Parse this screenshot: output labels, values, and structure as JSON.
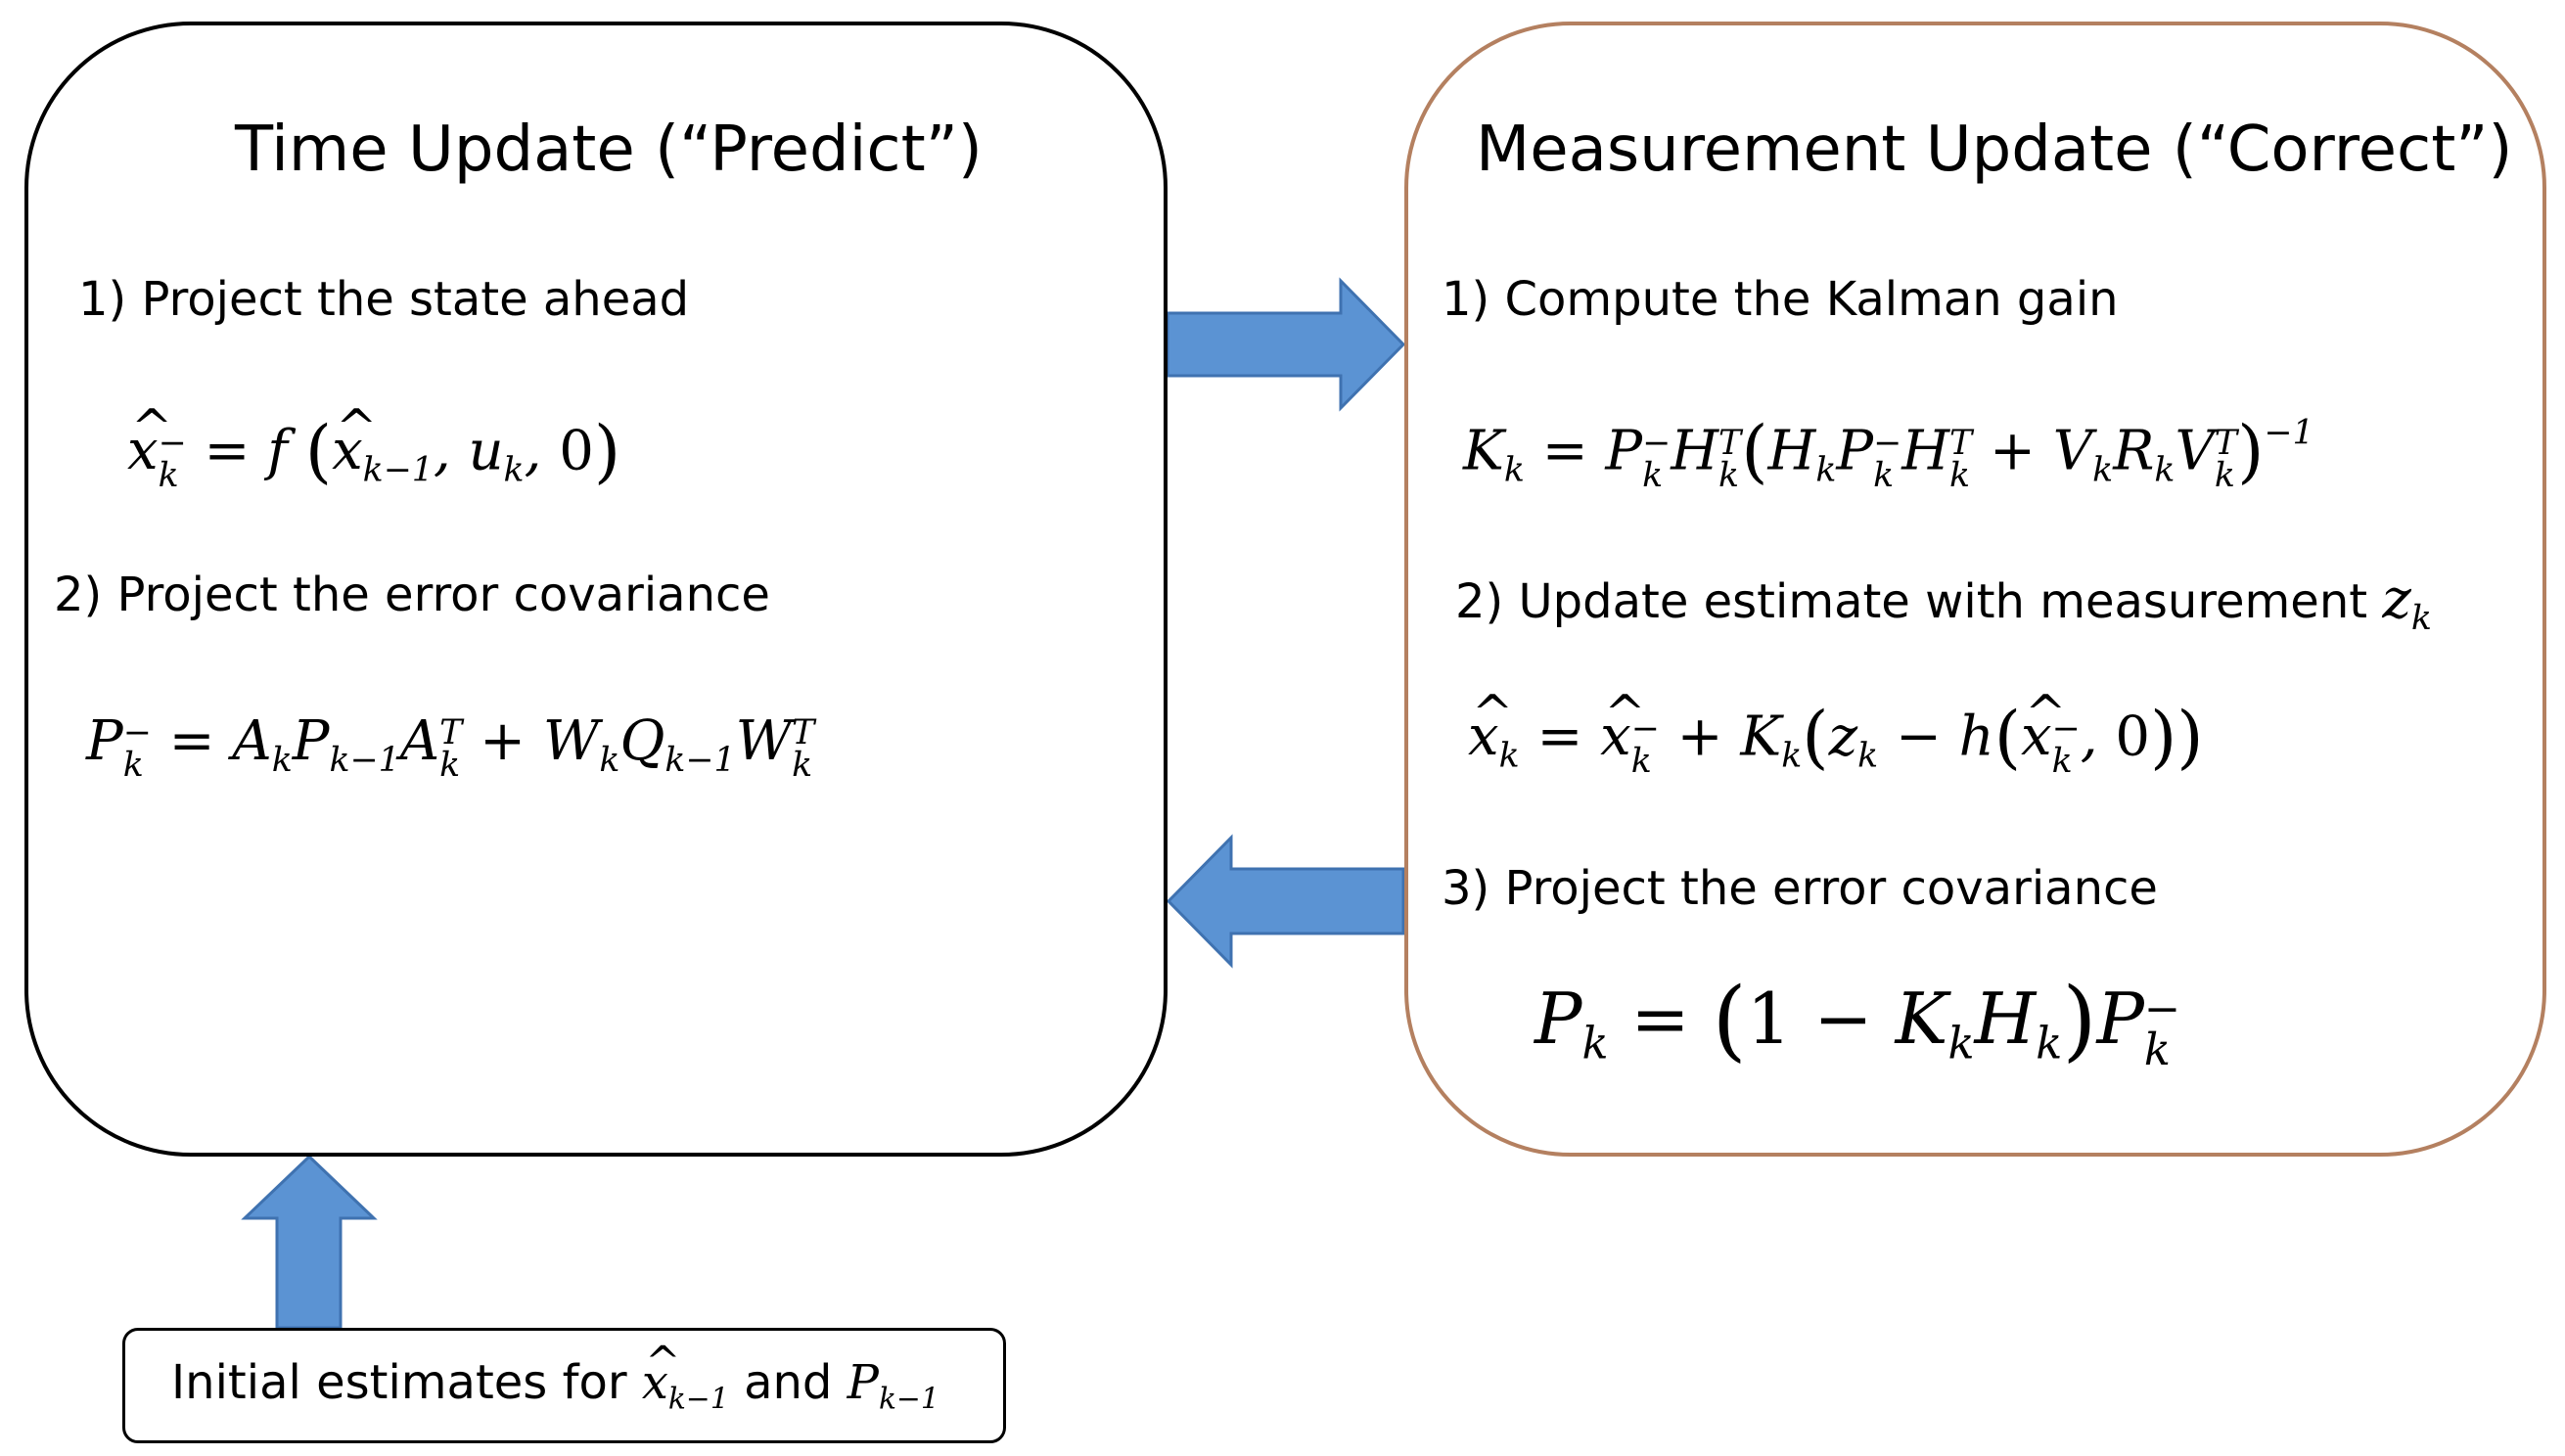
{
  "predict": {
    "title": "Time Update (“Predict”)",
    "step1": "1) Project the state ahead",
    "step2": "2) Project the error covariance"
  },
  "correct": {
    "title": "Measurement Update (“Correct”)",
    "step1": "1) Compute the Kalman gain",
    "step2": "2) Update estimate with measurement",
    "step3": "3) Project the error covariance"
  },
  "initial": {
    "prefix": "Initial estimates for",
    "and": "and"
  },
  "colors": {
    "arrow_fill": "#5b93d3",
    "arrow_stroke": "#3f72b0",
    "predict_border": "#000000",
    "correct_border": "#b48060"
  }
}
